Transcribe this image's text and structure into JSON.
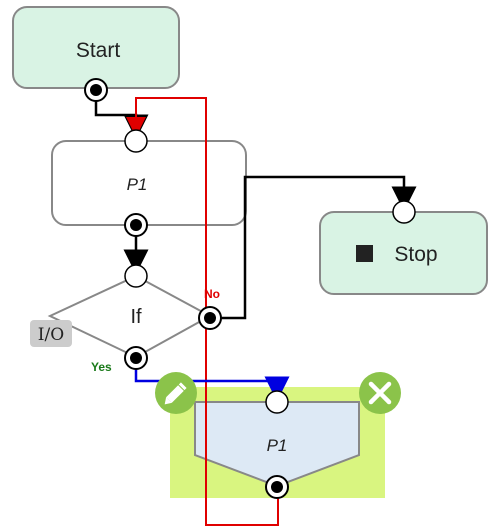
{
  "nodes": {
    "start": {
      "label": "Start"
    },
    "process": {
      "label": "P1"
    },
    "decision": {
      "label": "If",
      "badge": "I/O"
    },
    "stop": {
      "label": "Stop"
    },
    "selected_process": {
      "label": "P1"
    }
  },
  "branches": {
    "no_label": "No",
    "yes_label": "Yes"
  },
  "colors": {
    "terminal_fill": "#d9f3e4",
    "node_stroke": "#888888",
    "selection_highlight": "#d9f580",
    "selected_fill": "#dde9f5",
    "action_button": "#8bc34a",
    "connector_black": "#000000",
    "connector_red": "#e00000",
    "connector_blue": "#0000e0",
    "no_text": "#e00000",
    "yes_text": "#1a7a1a"
  },
  "icons": {
    "edit": "pencil-icon",
    "delete": "close-icon",
    "stop": "square-icon"
  }
}
